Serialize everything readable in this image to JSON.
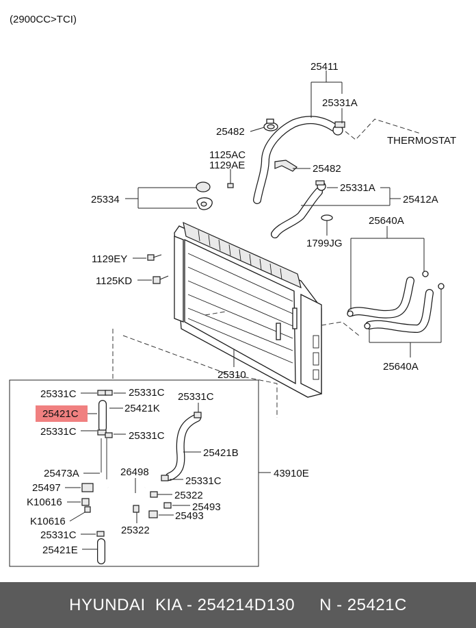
{
  "variant": "(2900CC>TCI)",
  "labels": {
    "l25411": "25411",
    "l25331A_top": "25331A",
    "thermostat": "THERMOSTAT",
    "l25482_top": "25482",
    "l25482_mid": "25482",
    "l1125AC": "1125AC",
    "l1129AE": "1129AE",
    "l25334": "25334",
    "l25331A_mid": "25331A",
    "l25412A": "25412A",
    "l25640A_top": "25640A",
    "l1799JG": "1799JG",
    "l1129EY": "1129EY",
    "l1125KD": "1125KD",
    "l25310": "25310",
    "l25640A_bot": "25640A",
    "l25331C_1": "25331C",
    "l25331C_2": "25331C",
    "l25331C_3": "25331C",
    "l25421C": "25421C",
    "l25421K": "25421K",
    "l25331C_4": "25331C",
    "l25331C_5": "25331C",
    "l25421B": "25421B",
    "l25473A": "25473A",
    "l26498": "26498",
    "l25331C_6": "25331C",
    "l43910E": "43910E",
    "l25497": "25497",
    "l25322_a": "25322",
    "lK10616_a": "K10616",
    "l25493_a": "25493",
    "lK10616_b": "K10616",
    "l25322_b": "25322",
    "l25493_b": "25493",
    "l25331C_7": "25331C",
    "l25421E": "25421E"
  },
  "highlight_color": "#f08080",
  "footer": {
    "brand": "HYUNDAI  KIA - 254214D130",
    "part": "N - 25421C"
  }
}
